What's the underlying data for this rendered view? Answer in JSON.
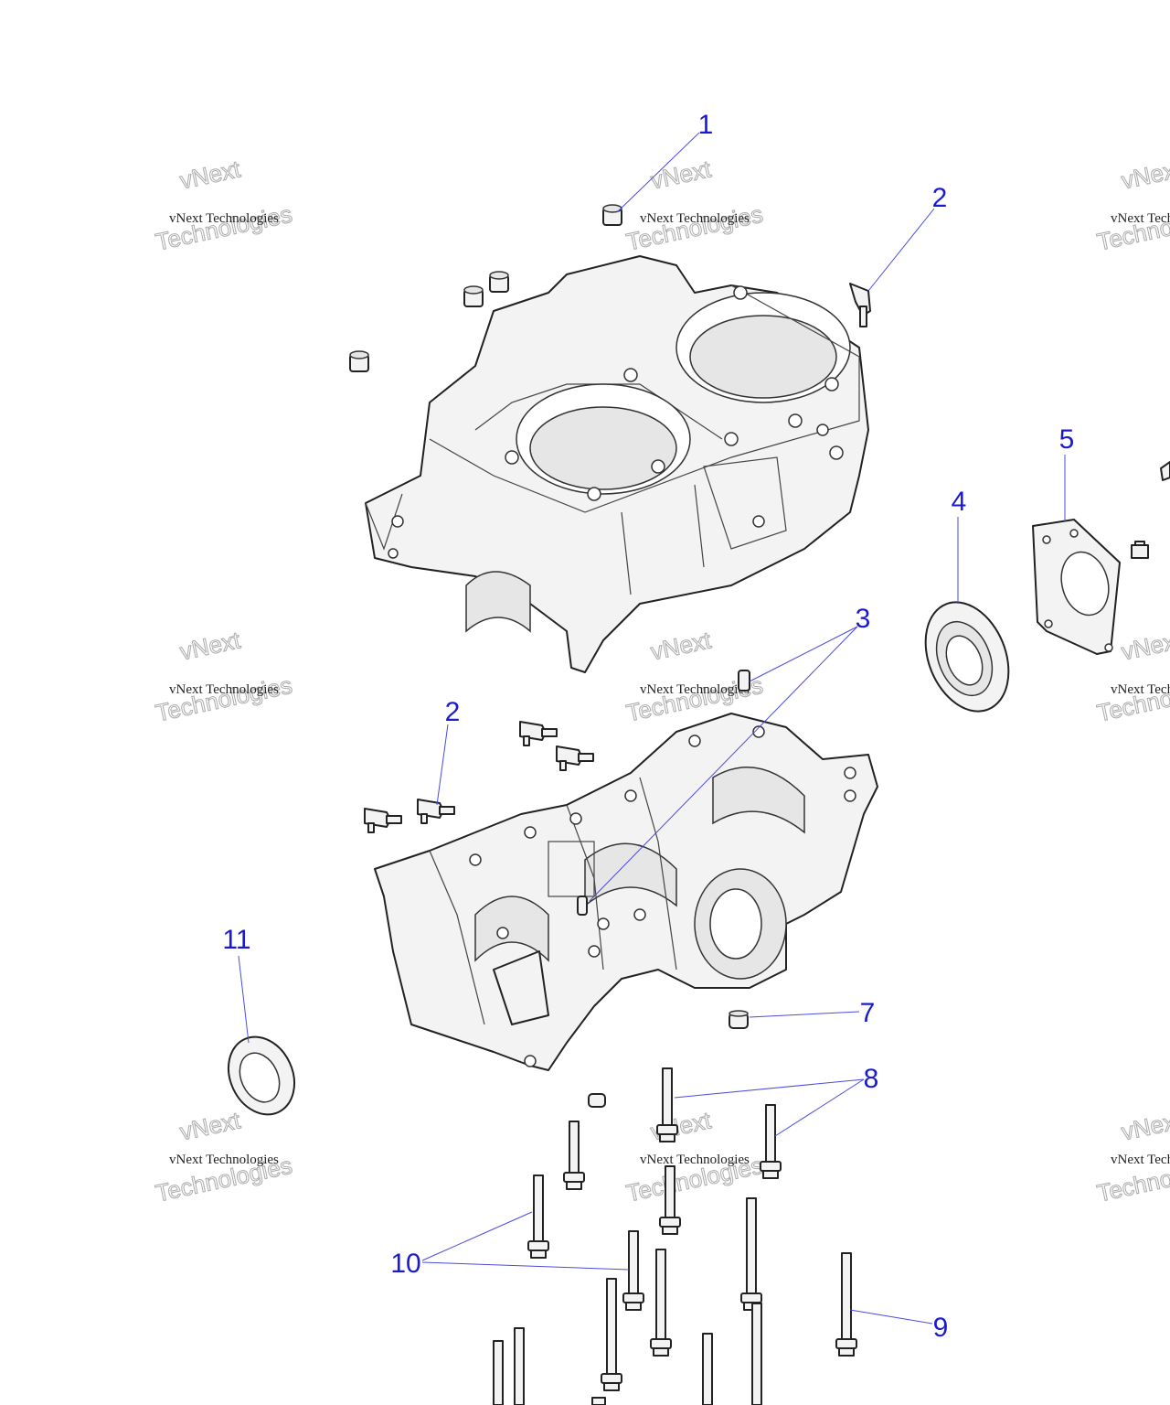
{
  "watermark": {
    "line1": "vNext Technologies",
    "line2": "Technologies",
    "top": "vNext"
  },
  "callouts": {
    "c1": "1",
    "c2a": "2",
    "c2b": "2",
    "c3": "3",
    "c4": "4",
    "c5": "5",
    "c7": "7",
    "c8": "8",
    "c9": "9",
    "c10": "10",
    "c11": "11"
  },
  "colors": {
    "callout": "#1a1ad0",
    "leader": "#4a4ae0"
  }
}
